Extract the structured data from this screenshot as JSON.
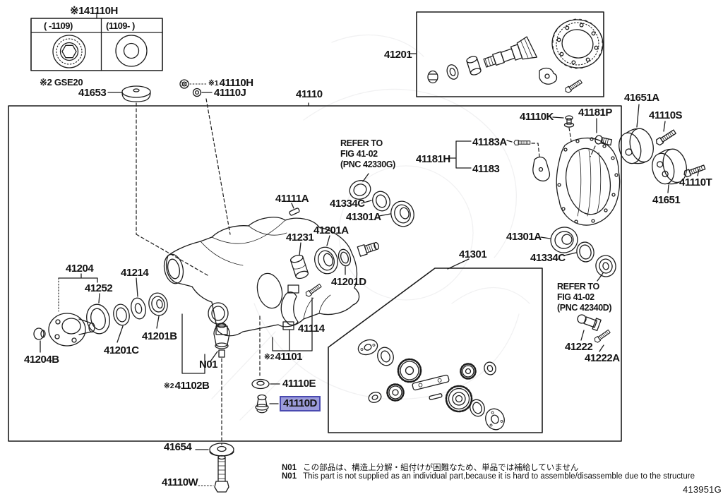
{
  "diagram": {
    "main_assembly_label": "41110",
    "footer_code": "413951G",
    "note_ja": {
      "id": "N01",
      "text": "この部品は、構造上分解・組付けが困難なため、単品では補給していません"
    },
    "note_en": {
      "id": "N01",
      "text": "This part is not supplied as an individual part,because it is hard to assemble/disassemble due to the structure"
    }
  },
  "colors": {
    "highlight_fill": "#9c9cdb",
    "highlight_border": "#4a4ab0",
    "line": "#1c1c1c",
    "background": "#ffffff"
  },
  "inset": {
    "title_prefix": "※1",
    "title": "41110H",
    "col_left": "(  -1109)",
    "col_right": "(1109-  )",
    "applicability": "※2 GSE20"
  },
  "refer_notes": [
    {
      "l1": "REFER TO",
      "l2": "FIG 41-02",
      "l3": "(PNC 42330G)"
    },
    {
      "l1": "REFER TO",
      "l2": "FIG 41-02",
      "l3": "(PNC 42340D)"
    }
  ],
  "labels": [
    {
      "text": "41653"
    },
    {
      "prefix": "※1",
      "text": "41110H"
    },
    {
      "text": "41110J"
    },
    {
      "text": "41110"
    },
    {
      "text": "41201"
    },
    {
      "text": "41110K"
    },
    {
      "text": "41181P"
    },
    {
      "text": "41651A"
    },
    {
      "text": "41110S"
    },
    {
      "text": "41183A"
    },
    {
      "text": "41181H"
    },
    {
      "text": "41183"
    },
    {
      "text": "41110T"
    },
    {
      "text": "41651"
    },
    {
      "text": "41334C"
    },
    {
      "text": "41301A"
    },
    {
      "text": "41111A"
    },
    {
      "text": "41231"
    },
    {
      "text": "41201A"
    },
    {
      "text": "41201D"
    },
    {
      "text": "41301A"
    },
    {
      "text": "41334C"
    },
    {
      "text": "41301"
    },
    {
      "text": "41222"
    },
    {
      "text": "41222A"
    },
    {
      "text": "41204"
    },
    {
      "text": "41252"
    },
    {
      "text": "41214"
    },
    {
      "text": "41201B"
    },
    {
      "text": "41201C"
    },
    {
      "text": "41204B"
    },
    {
      "text": "N01"
    },
    {
      "prefix": "※2",
      "text": "41102B"
    },
    {
      "text": "41114"
    },
    {
      "prefix": "※2",
      "text": "41101"
    },
    {
      "text": "41110E"
    },
    {
      "text": "41110D",
      "highlighted": true
    },
    {
      "text": "41654"
    },
    {
      "text": "41110W"
    }
  ]
}
